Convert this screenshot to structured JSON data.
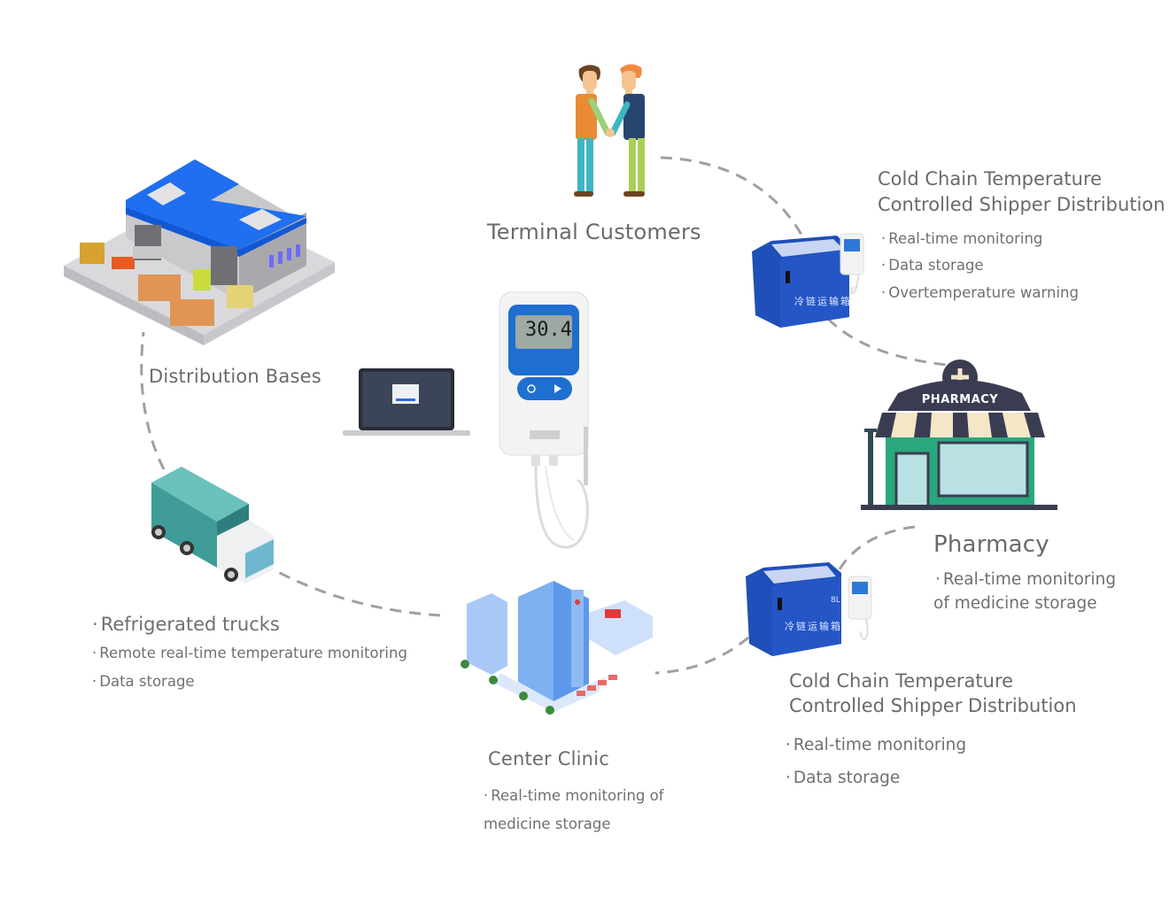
{
  "nodes": {
    "terminal_customers": {
      "title": "Terminal Customers",
      "icon": "handshake-people-icon"
    },
    "distribution_bases": {
      "title": "Distribution Bases",
      "icon": "warehouse-icon"
    },
    "refrigerated_trucks": {
      "title": "Refrigerated trucks",
      "bullets": [
        "Remote real-time temperature monitoring",
        "Data storage"
      ],
      "icon": "refrigerated-truck-icon"
    },
    "center_clinic": {
      "title": "Center Clinic",
      "bullet_line1": "Real-time monitoring of",
      "bullet_line2": "medicine storage",
      "icon": "hospital-icon"
    },
    "shipper_top": {
      "title_line1": "Cold Chain Temperature",
      "title_line2": "Controlled Shipper Distribution",
      "bullets": [
        "Real-time monitoring",
        "Data storage",
        "Overtemperature warning"
      ],
      "icon": "cold-chain-box-icon",
      "box_text": "冷链运输箱"
    },
    "shipper_bottom": {
      "title_line1": "Cold Chain Temperature",
      "title_line2": "Controlled Shipper Distribution",
      "bullets": [
        "Real-time monitoring",
        "Data storage"
      ],
      "icon": "cold-chain-box-icon",
      "box_text": "冷链运输箱",
      "capacity": "8L"
    },
    "pharmacy": {
      "title": "Pharmacy",
      "sign": "PHARMACY",
      "bullet_line1": "Real-time monitoring",
      "bullet_line2": "of medicine storage",
      "icon": "pharmacy-store-icon"
    },
    "center_device": {
      "display_reading": "30.4",
      "icon": "temperature-logger-icon",
      "laptop_icon": "laptop-icon"
    }
  },
  "colors": {
    "text": "#6a6a6a",
    "dash": "#9e9e9e",
    "shipper_blue": "#1f4fb8",
    "device_blue": "#1e6fd0",
    "roof_blue": "#1f6ff0",
    "truck_teal": "#3f9c98",
    "pharmacy_green": "#2aa77c",
    "pharmacy_dark": "#3a3d52"
  }
}
